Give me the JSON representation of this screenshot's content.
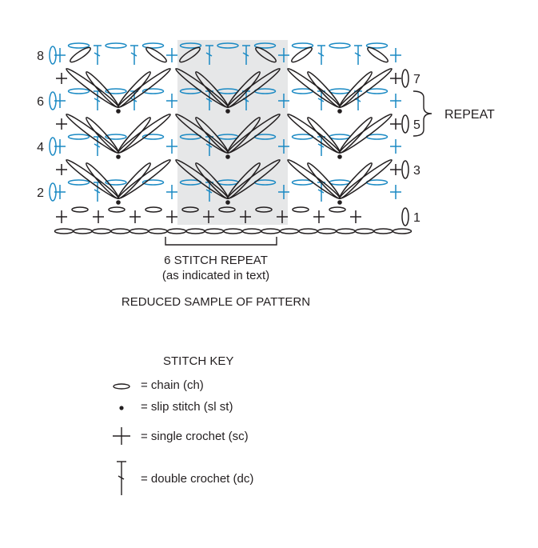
{
  "row_labels": [
    "1",
    "2",
    "3",
    "4",
    "5",
    "6",
    "7",
    "8"
  ],
  "repeat_label": "REPEAT",
  "repeat_caption": {
    "line1": "6 STITCH REPEAT",
    "line2": "(as indicated in text)"
  },
  "sample_caption": "REDUCED SAMPLE OF PATTERN",
  "key": {
    "title": "STITCH KEY",
    "items": [
      {
        "icon": "chain-icon",
        "text": "= chain (ch)"
      },
      {
        "icon": "slip-stitch-icon",
        "text": "= slip stitch (sl st)"
      },
      {
        "icon": "single-crochet-icon",
        "text": "= single crochet (sc)"
      },
      {
        "icon": "double-crochet-icon",
        "text": "= double crochet (dc)"
      }
    ]
  },
  "colors": {
    "ink": "#231f20",
    "blue": "#1b8ac4",
    "shade": "#e6e7e8"
  }
}
